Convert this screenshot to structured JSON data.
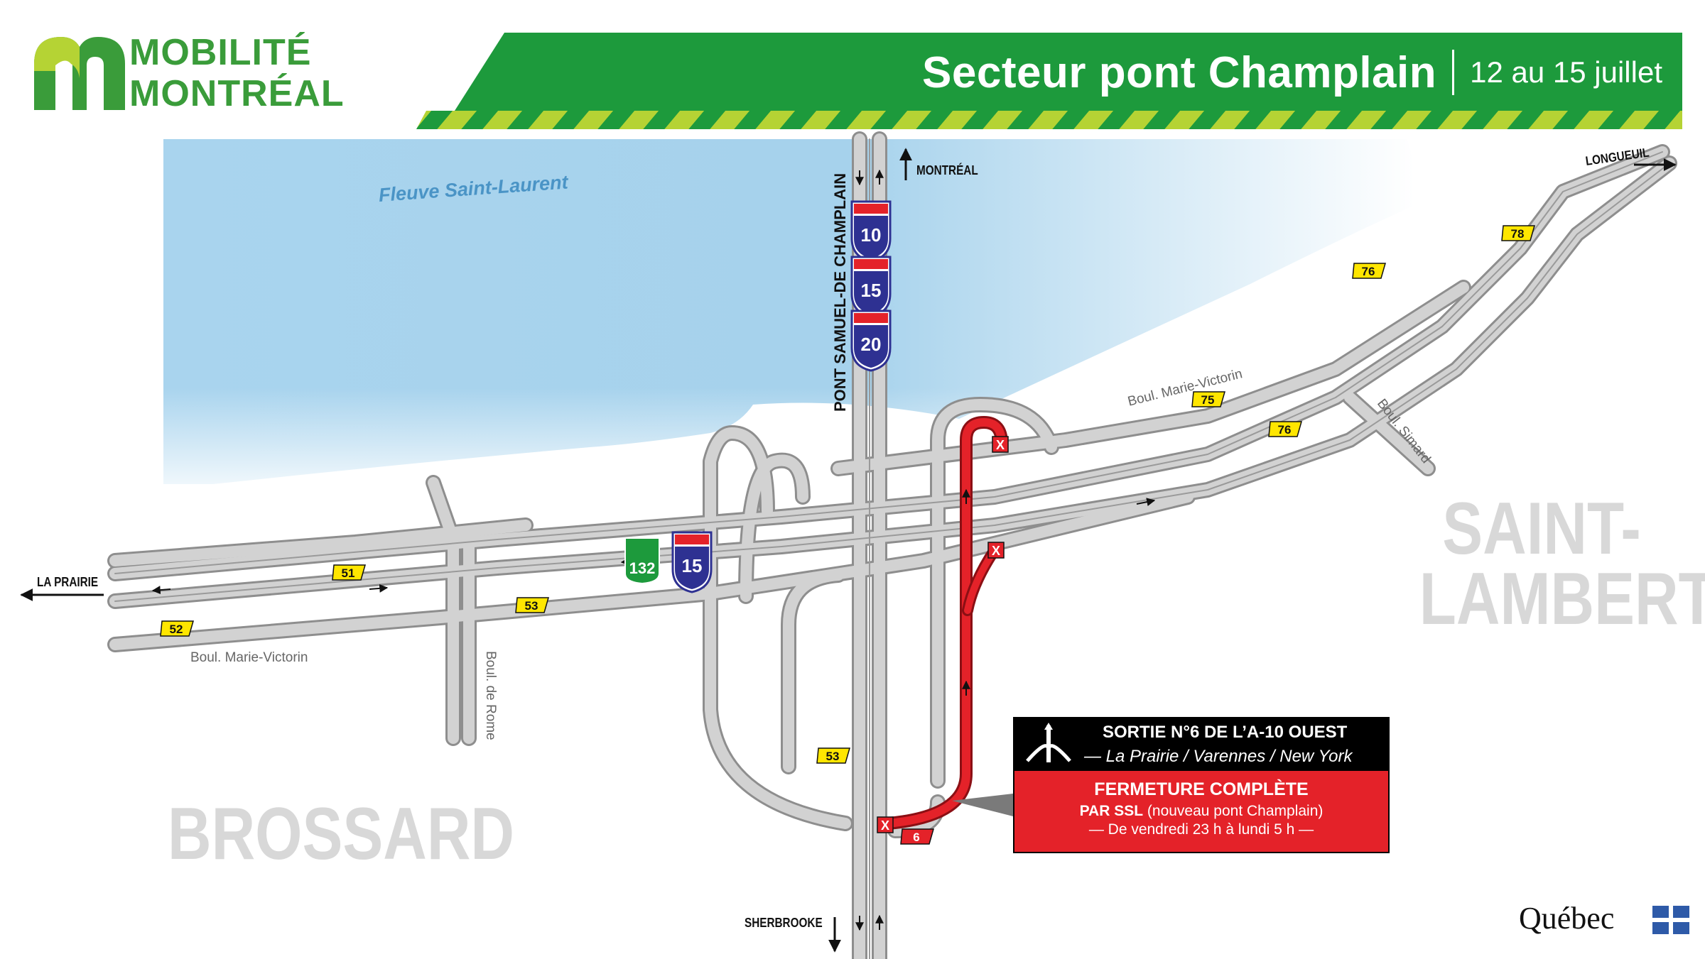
{
  "logo": {
    "line1": "MOBILITÉ",
    "line2": "MONTRÉAL"
  },
  "header": {
    "title": "Secteur pont Champlain",
    "dates": "12 au 15 juillet"
  },
  "map": {
    "river": "Fleuve Saint-Laurent",
    "bridge": "PONT SAMUEL-DE CHAMPLAIN",
    "cities": {
      "saint_lambert_1": "SAINT-",
      "saint_lambert_2": "LAMBERT",
      "brossard": "BROSSARD"
    },
    "directions": {
      "montreal": "MONTRÉAL",
      "longueuil": "LONGUEUIL",
      "la_prairie": "LA PRAIRIE",
      "sherbrooke": "SHERBROOKE"
    },
    "roads": {
      "marie_victorin_east": "Boul. Marie-Victorin",
      "marie_victorin_west": "Boul. Marie-Victorin",
      "simard": "Boul. Simard",
      "de_rome": "Boul. de Rome"
    },
    "interstates": {
      "i10": "10",
      "i15a": "15",
      "i20": "20",
      "i15b": "15"
    },
    "quebec_route": "132",
    "exits": {
      "e51": "51",
      "e52": "52",
      "e53a": "53",
      "e53b": "53",
      "e75": "75",
      "e76a": "76",
      "e76b": "76",
      "e78": "78",
      "e6": "6"
    },
    "closure_mark": "X"
  },
  "info_box": {
    "title": "SORTIE N°6 DE L’A-10 OUEST",
    "destinations": "— La Prairie / Varennes / New York",
    "closure": "FERMETURE COMPLÈTE",
    "by_prefix": "PAR SSL",
    "by_detail": " (nouveau pont Champlain)",
    "period": "— De vendredi 23 h à lundi 5 h —"
  },
  "footer": {
    "quebec": "Québec"
  },
  "colors": {
    "green": "#1d9a3c",
    "lime": "#b5d334",
    "closure_red": "#e42229",
    "road_gray": "#c8c8c8",
    "road_edge": "#8e8e8e",
    "water": "#9fcde9",
    "exit_yellow": "#ffe600",
    "interstate_blue": "#2e3192",
    "interstate_red": "#e42229"
  }
}
